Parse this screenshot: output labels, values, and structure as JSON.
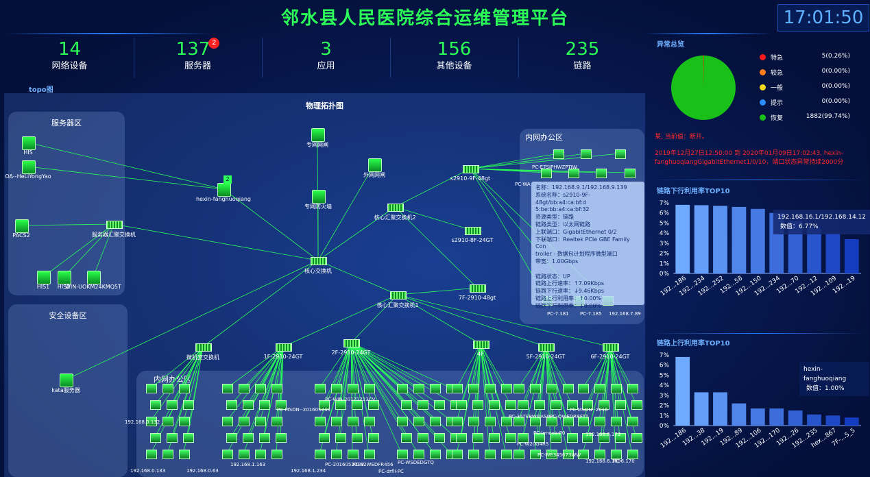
{
  "header": {
    "title": "邻水县人民医院综合运维管理平台",
    "clock": "17:01:50"
  },
  "stats": [
    {
      "num": "14",
      "label": "网络设备"
    },
    {
      "num": "137",
      "label": "服务器",
      "badge": "2"
    },
    {
      "num": "3",
      "label": "应用"
    },
    {
      "num": "156",
      "label": "其他设备"
    },
    {
      "num": "235",
      "label": "链路"
    }
  ],
  "topo": {
    "tab": "topo图",
    "title": "物理拓扑图",
    "zones": [
      "服务器区",
      "安全设备区",
      "内网办公区",
      "内网办公区"
    ],
    "nodes": [
      {
        "label": "HIS",
        "type": "srv"
      },
      {
        "label": "OA--HeLiYongYao",
        "type": "srv"
      },
      {
        "label": "PACS2",
        "type": "srv"
      },
      {
        "label": "服务器汇聚交换机",
        "type": "sw"
      },
      {
        "label": "HIS1",
        "type": "srv"
      },
      {
        "label": "HIS2",
        "type": "srv"
      },
      {
        "label": "WIN-UOKM24KMQ5T",
        "type": "srv"
      },
      {
        "label": "hexin-fanghuoqiang",
        "type": "fw"
      },
      {
        "label": "专网网闸",
        "type": "gate"
      },
      {
        "label": "外网网闸",
        "type": "gate"
      },
      {
        "label": "专网防火墙",
        "type": "fw"
      },
      {
        "label": "核心汇聚交换机2",
        "type": "sw"
      },
      {
        "label": "核心交换机",
        "type": "sw"
      },
      {
        "label": "核心汇聚交换机1",
        "type": "sw"
      },
      {
        "label": "s2910-9F-48gt",
        "type": "sw"
      },
      {
        "label": "s2910-8F-24GT",
        "type": "sw"
      },
      {
        "label": "7F-2910-48gt",
        "type": "sw"
      },
      {
        "label": "kata服务器",
        "type": "srv"
      },
      {
        "label": "微机室交换机",
        "type": "sw"
      },
      {
        "label": "1F-2910-24GT",
        "type": "sw"
      },
      {
        "label": "2F-2910-24GT",
        "type": "sw"
      },
      {
        "label": "4F",
        "type": "sw"
      },
      {
        "label": "5F-2910-24GT",
        "type": "sw"
      },
      {
        "label": "6F-2910-24GT",
        "type": "sw"
      }
    ],
    "pc_labels": [
      "PC-7.181",
      "PC-7.185",
      "192.168.7.89",
      "PC-E7SIPHWZPTJW",
      "PC-WA",
      "192.168.0.132",
      "192.168.0.133",
      "192.168.0.63",
      "192.168.1.163",
      "192.168.1.234",
      "PC-WIN-20171213CV",
      "PC-MSDN--20160524S",
      "PC-WSDEDGTQ",
      "PC-drfli-PC",
      "PC-20160520DV",
      "PC-32WEDFR456",
      "PC-34TERWQASW",
      "PC-QWEDRRFTT",
      "PC-lenovo-P0",
      "PC-W20G4RS",
      "PC-WE345673WW",
      "PC-MSDN--2016",
      "192.168.6.173",
      "192.168.6.180",
      "PC-6.170"
    ],
    "tooltip": [
      "名称：192.168.9.1/192.168.9.139",
      "系统名称：s2910-9F-48gt/bb:a4:ca:bf:d",
      "5:be:bb:a4:ca:bf:32",
      "资源类型：链路",
      "链路类型：以太网链路",
      "上联端口：GigabitEthernet 0/2",
      "下联端口：Realtek PCIe GBE Family Con",
      "troller - 数据包计划程序微型端口",
      "带宽：1.00Gbps",
      "",
      "链路状态：UP",
      "链路上行速率：↑7.09Kbps",
      "链路下行速率：↓9.46Kbps",
      "链路上行利用率：↑0.00%",
      "链路下行利用率：↓0.00%"
    ]
  },
  "alarm": {
    "title": "异常总览",
    "legend": [
      {
        "name": "特急",
        "value": "5(0.26%)",
        "color": "#ff1a1a"
      },
      {
        "name": "较急",
        "value": "0(0.00%)",
        "color": "#ff7a1a"
      },
      {
        "name": "一般",
        "value": "0(0.00%)",
        "color": "#f2d81a"
      },
      {
        "name": "提示",
        "value": "0(0.00%)",
        "color": "#2a8cff"
      },
      {
        "name": "恢复",
        "value": "1882(99.74%)",
        "color": "#18c018"
      }
    ],
    "pie": [
      0.26,
      0,
      0,
      0,
      99.74
    ],
    "messages": [
      "某, 当前值：断开。",
      "2019年12月27日12:50:00 到 2020年01月09日17:02:43, hexin-",
      "fanghuoqiangGigabitEthernet1/0/10，端口状态异常持续2000分"
    ]
  },
  "chart_down": {
    "title": "链路下行利用率TOP10",
    "tip_name": "192.168.16.1/192.168.14.12",
    "tip_value": "数值：6.77%",
    "chart_data": {
      "type": "bar",
      "categories": [
        "192...186",
        "192...234",
        "192...252",
        "192...58",
        "192...150",
        "192...234",
        "192...70",
        "192...12",
        "192...109",
        "192...19"
      ],
      "values": [
        6.8,
        6.77,
        6.7,
        6.6,
        6.4,
        6.0,
        5.2,
        4.6,
        4.0,
        3.4
      ],
      "ylim": [
        0,
        7
      ],
      "yticks": [
        "0%",
        "1%",
        "2%",
        "3%",
        "4%",
        "5%",
        "6%",
        "7%"
      ]
    }
  },
  "chart_up": {
    "title": "链路上行利用率TOP10",
    "tip_name": "hexin-fanghuoqiang",
    "tip_value": "数值：1.00%",
    "chart_data": {
      "type": "bar",
      "categories": [
        "192...186",
        "192...38",
        "192...19",
        "192...89",
        "192...106",
        "192...170",
        "192...26",
        "192...235",
        "hex...867",
        "7F-...5_5"
      ],
      "values": [
        6.8,
        3.3,
        3.3,
        2.2,
        1.7,
        1.7,
        1.5,
        1.1,
        1.0,
        0.8
      ],
      "ylim": [
        0,
        7
      ],
      "yticks": [
        "0%",
        "1%",
        "2%",
        "3%",
        "4%",
        "5%",
        "6%",
        "7%"
      ]
    }
  }
}
